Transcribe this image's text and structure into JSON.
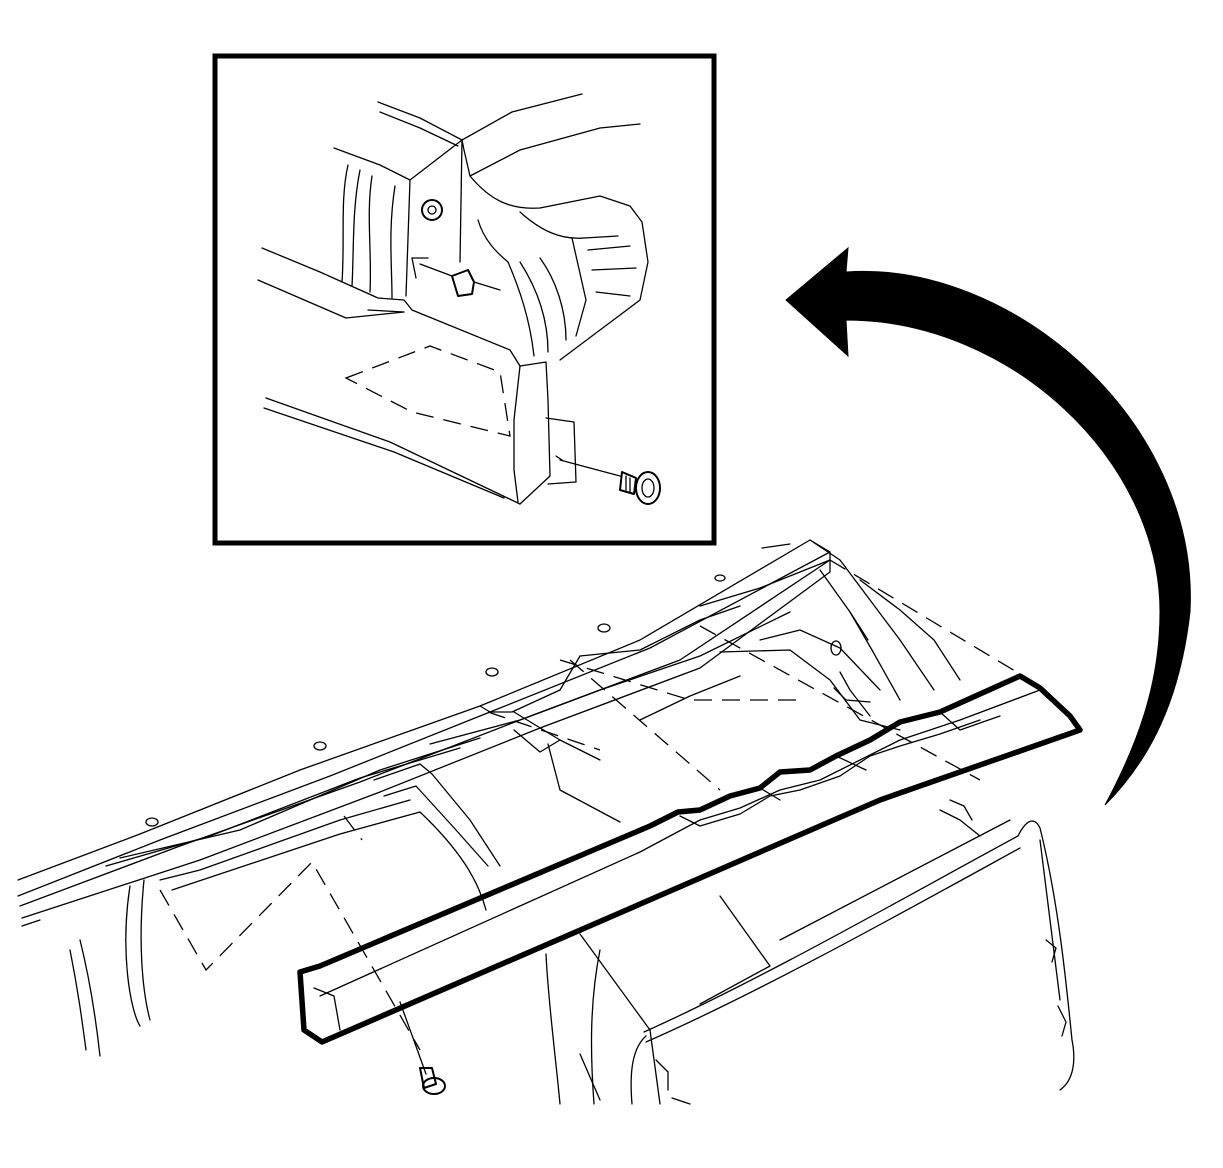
{
  "figure": {
    "colors": {
      "line": "#000000",
      "background": "#ffffff"
    },
    "parts": [
      {
        "id": "inset-detail",
        "icon": "magnified-detail-frame"
      },
      {
        "id": "curved-arrow",
        "icon": "curved-arrow-icon"
      },
      {
        "id": "roof-panel",
        "icon": "vehicle-roof"
      },
      {
        "id": "bow-molding",
        "icon": "roof-bow-molding"
      },
      {
        "id": "fastener",
        "icon": "push-pin-fastener-icon"
      }
    ]
  }
}
